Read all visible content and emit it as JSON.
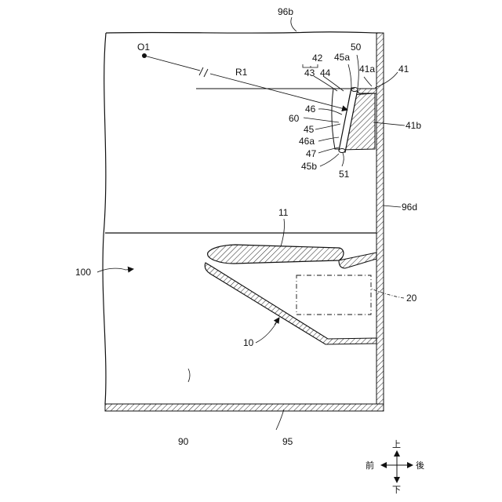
{
  "labels": {
    "top_region": "96b",
    "origin": "O1",
    "radius": "R1",
    "l42": "42",
    "l45a": "45a",
    "l50": "50",
    "l43": "43",
    "l44": "44",
    "l41a": "41a",
    "l41": "41",
    "l46": "46",
    "l60": "60",
    "l41b": "41b",
    "l45": "45",
    "l46a": "46a",
    "l47": "47",
    "l45b": "45b",
    "l51": "51",
    "l96d": "96d",
    "l11": "11",
    "l100": "100",
    "l20": "20",
    "l10": "10",
    "l90": "90",
    "l95": "95"
  },
  "direction": {
    "up": "上",
    "down": "下",
    "front": "前",
    "back": "後"
  }
}
